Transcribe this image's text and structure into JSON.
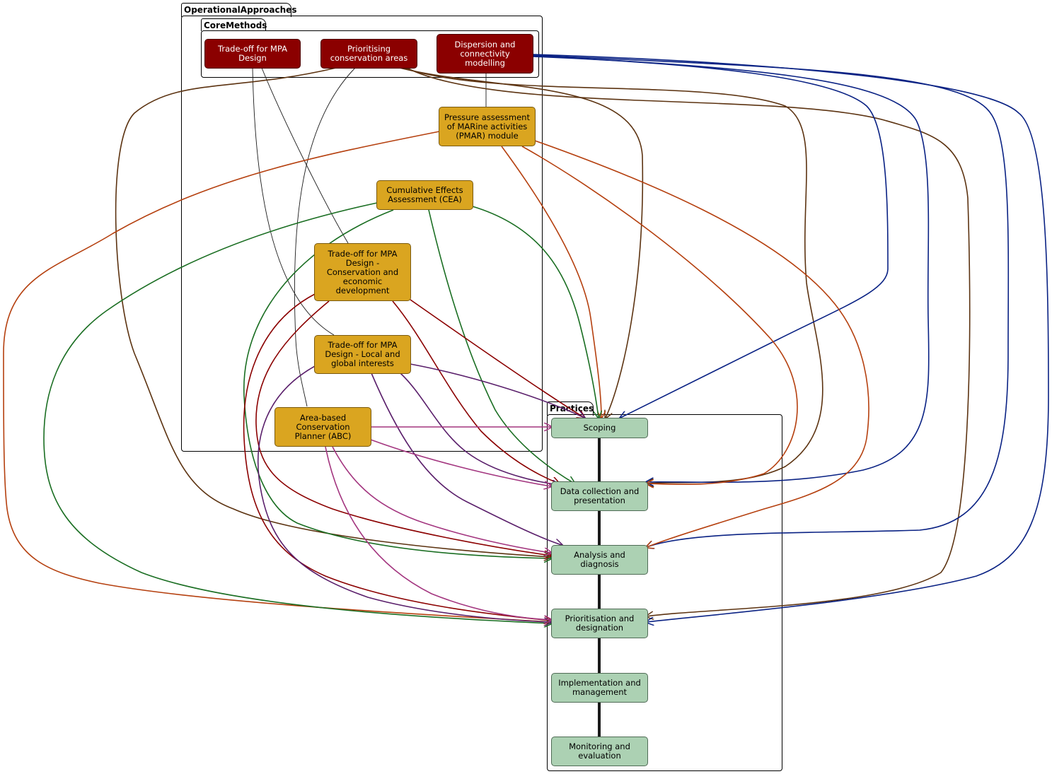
{
  "packages": {
    "operational": "OperationalApproaches",
    "core": "CoreMethods",
    "practices": "Practices"
  },
  "colors": {
    "core_fill": "#8b0000",
    "tool_fill": "#daa520",
    "practice_fill": "#acd1b3",
    "edge_tradeoff": "#8b0000",
    "edge_prioritising": "#5c3311",
    "edge_dispersion": "#0a2284",
    "edge_pmar": "#b5400f",
    "edge_cea": "#1a6e22",
    "edge_local_global": "#5a1f6b",
    "edge_abc": "#a3357f",
    "edge_flow": "#1a1a1a"
  },
  "core_methods": {
    "tradeoff": "Trade-off for MPA Design",
    "prioritising": "Prioritising conservation areas",
    "dispersion": "Dispersion and connectivity modelling"
  },
  "tools": {
    "pmar": "Pressure assessment of MARine activities (PMAR) module",
    "cea": "Cumulative Effects Assessment (CEA)",
    "tradeoff_ced": "Trade-off for MPA Design - Conservation and economic development",
    "tradeoff_lgi": "Trade-off for MPA Design - Local and global interests",
    "abc": "Area-based Conservation Planner (ABC)"
  },
  "practices": {
    "scoping": "Scoping",
    "data": "Data collection and presentation",
    "analysis": "Analysis and diagnosis",
    "prioritisation": "Prioritisation and designation",
    "implementation": "Implementation and management",
    "monitoring": "Monitoring and evaluation"
  }
}
